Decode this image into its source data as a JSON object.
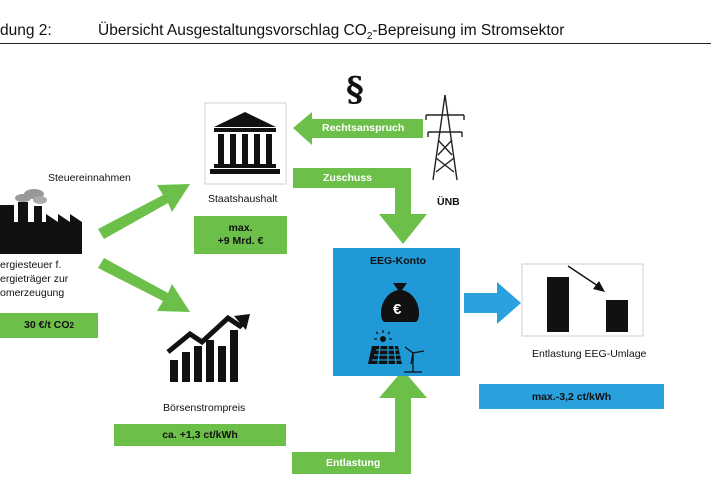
{
  "caption": {
    "number": "dung 2:",
    "title_prefix": "Übersicht Ausgestaltungsvorschlag CO",
    "title_sub": "2",
    "title_suffix": "-Bepreisung im Stromsektor"
  },
  "nodes": {
    "steuereinnahmen": "Steuereinnahmen",
    "staatshaushalt": "Staatshaushalt",
    "staatshaushalt_value_line1": "max.",
    "staatshaushalt_value_line2": "+9 Mrd. €",
    "uenb": "ÜNB",
    "rechtsanspruch": "Rechtsanspruch",
    "zuschuss": "Zuschuss",
    "energy_tax_line1": "ergiesteuer f.",
    "energy_tax_line2": "ergieträger zur",
    "energy_tax_line3": "omerzeugung",
    "energy_tax_value": "30 €/t CO",
    "energy_tax_value_sub": "2",
    "eeg_konto": "EEG-Konto",
    "boersenstrompreis": "Börsenstrompreis",
    "boersen_value": "ca. +1,3 ct/kWh",
    "entlastung": "Entlastung",
    "entlastung_eeg": "Entlastung EEG-Umlage",
    "entlastung_value": "max.-3,2 ct/kWh",
    "paragraph_symbol": "§",
    "euro_symbol": "€"
  },
  "colors": {
    "green": "#6cc04a",
    "blue": "#1f9ad6",
    "black": "#111111"
  }
}
